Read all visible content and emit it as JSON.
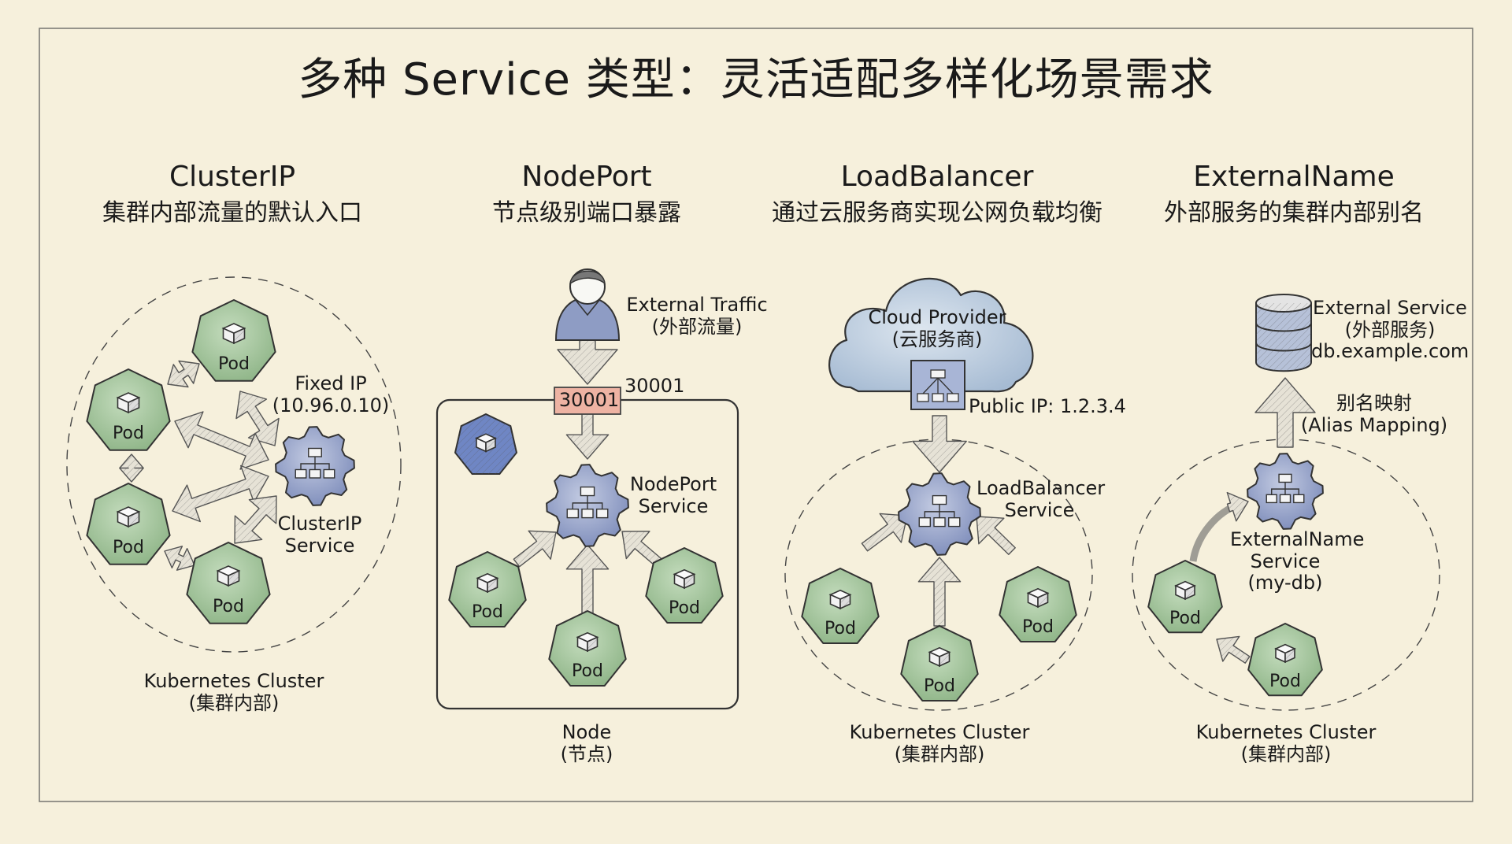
{
  "title": "多种 Service 类型：灵活适配多样化场景需求",
  "columns": [
    {
      "name": "ClusterIP",
      "subtitle": "集群内部流量的默认入口",
      "service_label": [
        "ClusterIP",
        "Service"
      ],
      "fixed_ip_label": [
        "Fixed IP",
        "(10.96.0.10)"
      ],
      "container_label": [
        "Kubernetes Cluster",
        "(集群内部)"
      ],
      "pod_label": "Pod",
      "pod_count": 4
    },
    {
      "name": "NodePort",
      "subtitle": "节点级别端口暴露",
      "external_label": [
        "External Traffic",
        "(外部流量)"
      ],
      "port_box": "30001",
      "port_label": "30001",
      "service_label": [
        "NodePort",
        "Service"
      ],
      "container_label": [
        "Node",
        "(节点)"
      ],
      "pod_label": "Pod",
      "pod_count": 3
    },
    {
      "name": "LoadBalancer",
      "subtitle": "通过云服务商实现公网负载均衡",
      "cloud_label": [
        "Cloud Provider",
        "(云服务商)"
      ],
      "public_ip": "Public IP: 1.2.3.4",
      "service_label": [
        "LoadBalancer",
        "Service"
      ],
      "container_label": [
        "Kubernetes Cluster",
        "(集群内部)"
      ],
      "pod_label": "Pod",
      "pod_count": 3
    },
    {
      "name": "ExternalName",
      "subtitle": "外部服务的集群内部别名",
      "external_service": [
        "External Service",
        "(外部服务)",
        "db.example.com"
      ],
      "mapping_label": [
        "别名映射",
        "(Alias Mapping)"
      ],
      "service_label": [
        "ExternalName",
        "Service",
        "(my-db)"
      ],
      "container_label": [
        "Kubernetes Cluster",
        "(集群内部)"
      ],
      "pod_label": "Pod",
      "pod_count": 2
    }
  ],
  "colors": {
    "background": "#f6f0dc",
    "pod_fill": "#9fc196",
    "service_fill": "#8e9cc4",
    "port_box_fill": "#eeb3a3",
    "cloud_fill": "#b8c8dc",
    "ink": "#2a2a2a"
  }
}
